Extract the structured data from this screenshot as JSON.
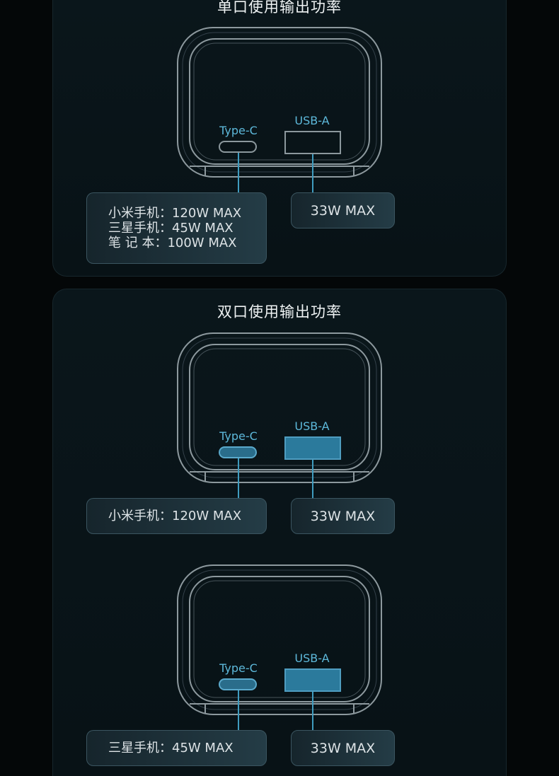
{
  "colors": {
    "page_bg": "#040708",
    "accent": "#5db8da",
    "port_lit": "#2b7a9c"
  },
  "sections": [
    {
      "title": "单口使用输出功率",
      "diagrams": [
        {
          "type_c_label": "Type-C",
          "usb_a_label": "USB-A",
          "ports_lit": false,
          "type_c_output": [
            "小米手机：120W MAX",
            "三星手机：45W MAX",
            "笔 记 本：100W MAX"
          ],
          "usb_a_output": "33W MAX"
        }
      ]
    },
    {
      "title": "双口使用输出功率",
      "diagrams": [
        {
          "type_c_label": "Type-C",
          "usb_a_label": "USB-A",
          "ports_lit": true,
          "type_c_output": [
            "小米手机：120W MAX"
          ],
          "usb_a_output": "33W MAX"
        },
        {
          "type_c_label": "Type-C",
          "usb_a_label": "USB-A",
          "ports_lit": true,
          "type_c_output": [
            "三星手机：45W MAX"
          ],
          "usb_a_output": "33W MAX"
        }
      ]
    }
  ]
}
